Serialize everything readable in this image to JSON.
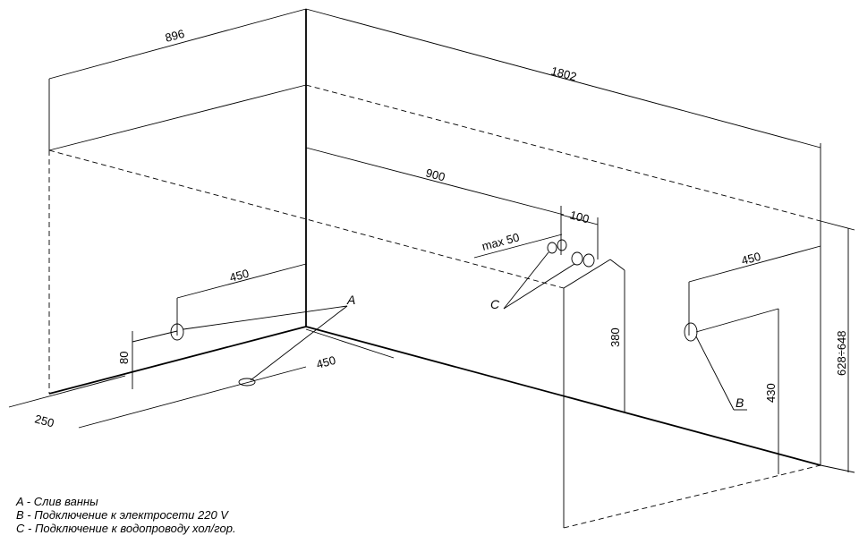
{
  "dimensions": {
    "depth_896": "896",
    "length_1802": "1802",
    "distance_900": "900",
    "distance_100": "100",
    "max_50": "max  50",
    "drain_offset_450": "450",
    "drain_height_80": "80",
    "floor_offset_450": "450",
    "floor_offset_250": "250",
    "pipe_height_380": "380",
    "electric_offset_450": "450",
    "electric_height_430": "430",
    "height_range": "628÷648"
  },
  "labels": {
    "drain": "A",
    "electric": "B",
    "water": "C"
  },
  "legend": [
    "A - Слив ванны",
    "B - Подключение к электросети 220 V",
    "C - Подключение к водопроводу хол/гор."
  ]
}
